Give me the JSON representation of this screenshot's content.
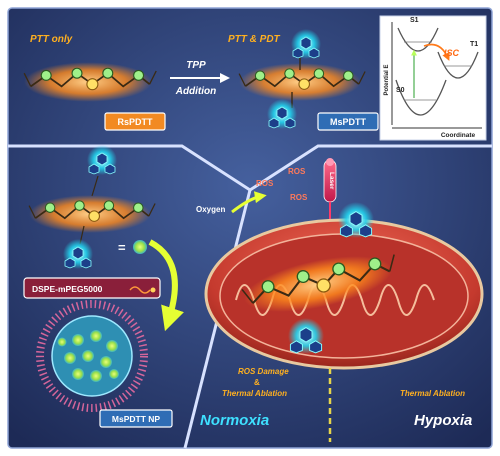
{
  "top": {
    "ptt_only": "PTT only",
    "ptt_pdt": "PTT & PDT",
    "tpp": "TPP",
    "addition": "Addition",
    "rspdtt": "RsPDTT",
    "mspdtt": "MsPDTT"
  },
  "energy": {
    "s1": "S1",
    "t1": "T1",
    "s0": "S0",
    "isc": "ISC",
    "y_label": "Potential E",
    "x_label": "Coordinate"
  },
  "left": {
    "equals": "=",
    "dspe": "DSPE-mPEG5000",
    "np_label": "MsPDTT NP"
  },
  "right": {
    "ros_1": "ROS",
    "ros_2": "ROS",
    "ros_3": "ROS",
    "oxygen": "Oxygen",
    "laser": "Laser",
    "ros_damage": "ROS Damage",
    "amp": "&",
    "thermal_ablation_1": "Thermal Ablation",
    "normoxia": "Normoxia",
    "thermal_ablation_2": "Thermal Ablation",
    "hypoxia": "Hypoxia"
  },
  "colors": {
    "panel_bg": "#2a3a6e",
    "orange_glow": "#ff8a1c",
    "cyan_glow": "#22d3ee",
    "label_yellow": "#ffb020",
    "mito_red": "#c9392c",
    "box_orange": "#f28a22",
    "box_blue": "#2f6db5"
  }
}
